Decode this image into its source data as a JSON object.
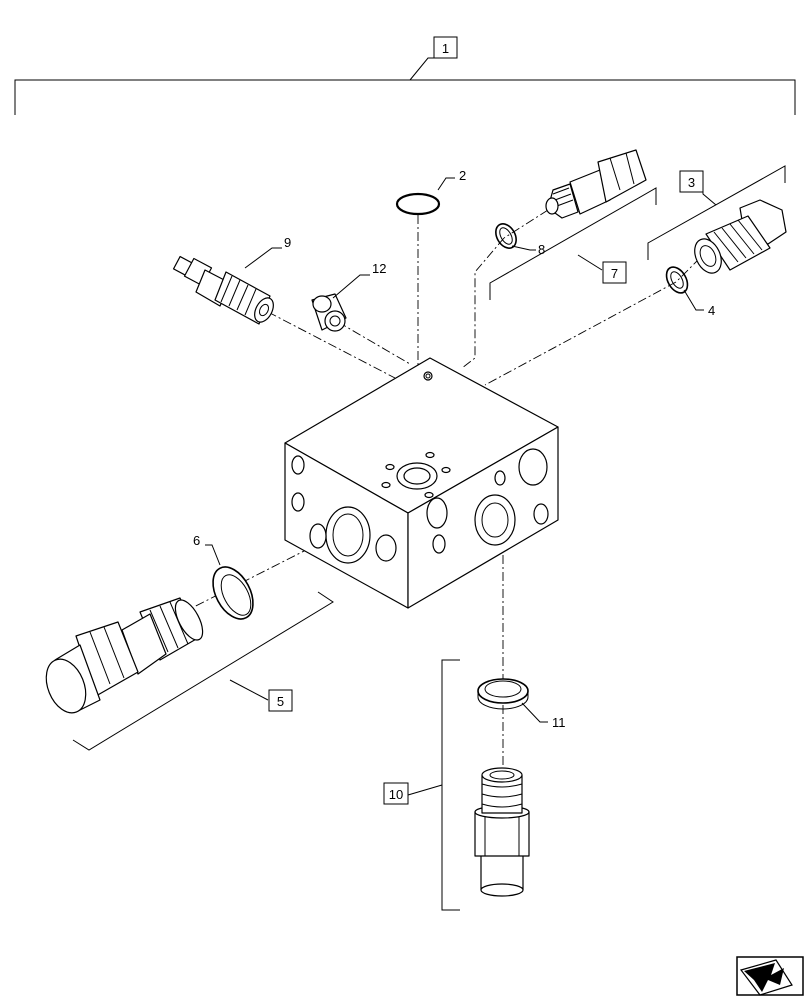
{
  "callouts": {
    "c1": "1",
    "c2": "2",
    "c3": "3",
    "c4": "4",
    "c5": "5",
    "c6": "6",
    "c7": "7",
    "c8": "8",
    "c9": "9",
    "c10": "10",
    "c11": "11",
    "c12": "12"
  },
  "icons": {
    "nav": "navigation-arrow-icon"
  }
}
